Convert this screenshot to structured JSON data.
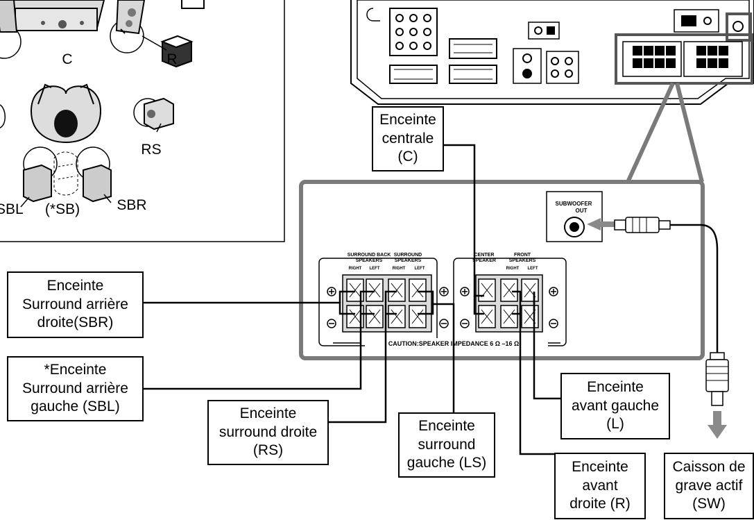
{
  "layout_labels": {
    "C": "C",
    "R": "R",
    "RS": "RS",
    "SBL": "SBL",
    "SB": "(*SB)",
    "SBR": "SBR"
  },
  "panel": {
    "subwoofer_out": [
      "SUBWOOFER",
      "OUT"
    ],
    "surround_back": [
      "SURROUND BACK",
      "SPEAKERS"
    ],
    "surround": [
      "SURROUND",
      "SPEAKERS"
    ],
    "center": [
      "CENTER",
      "SPEAKER"
    ],
    "front": [
      "FRONT",
      "SPEAKERS"
    ],
    "right": "RIGHT",
    "left": "LEFT",
    "caution": "CAUTION:SPEAKER IMPEDANCE 6 Ω –16 Ω"
  },
  "callouts": {
    "center": "Enceinte\ncentrale\n(C)",
    "sbr": "Enceinte\nSurround arrière\ndroite(SBR)",
    "sbl": "*Enceinte\nSurround arrière\ngauche (SBL)",
    "rs": "Enceinte\nsurround droite\n(RS)",
    "ls": "Enceinte\nsurround\ngauche (LS)",
    "front_left": "Enceinte\navant gauche\n(L)",
    "front_right": "Enceinte\navant\ndroite (R)",
    "subwoofer": "Caisson de\ngrave actif\n(SW)"
  }
}
